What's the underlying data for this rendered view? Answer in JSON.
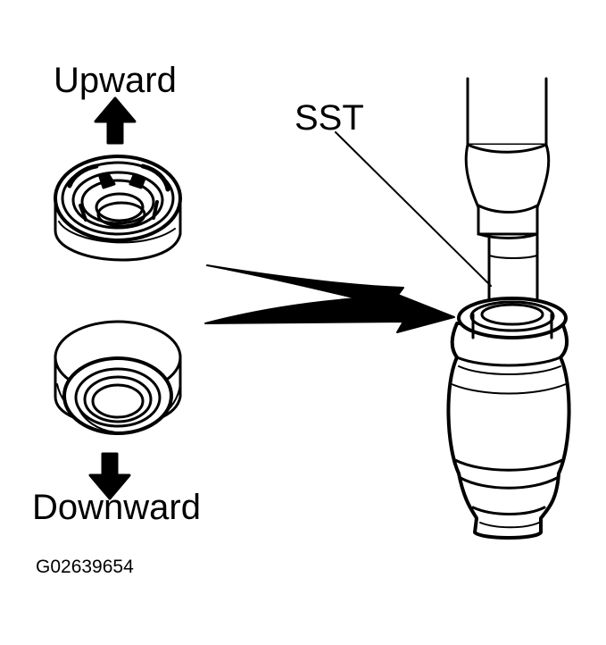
{
  "labels": {
    "upward": "Upward",
    "downward": "Downward",
    "tool": "SST",
    "figure_code": "G02639654"
  },
  "colors": {
    "ink": "#000000",
    "paper": "#ffffff"
  }
}
